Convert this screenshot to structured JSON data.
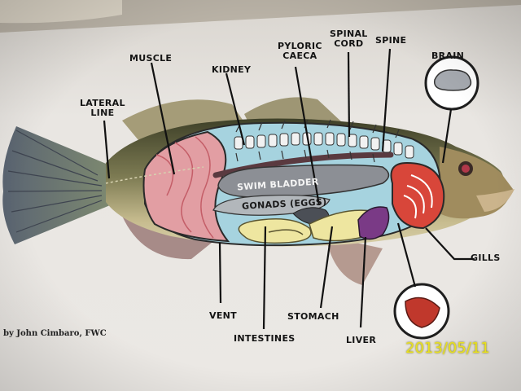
{
  "labels": {
    "muscle": "MUSCLE",
    "kidney": "KIDNEY",
    "pyloric_caeca_line1": "PYLORIC",
    "pyloric_caeca_line2": "CAECA",
    "spinal_cord_line1": "SPINAL",
    "spinal_cord_line2": "CORD",
    "spine": "SPINE",
    "brain": "BRAIN",
    "lateral_line_line1": "LATERAL",
    "lateral_line_line2": "LINE",
    "gills": "GILLS",
    "vent": "VENT",
    "intestines": "INTESTINES",
    "stomach": "STOMACH",
    "liver": "LIVER"
  },
  "organ_text": {
    "swim_bladder": "SWIM BLADDER",
    "gonads": "GONADS (EGGS)"
  },
  "credit": "by John Cimbaro, FWC",
  "timestamp": "2013/05/11",
  "colors": {
    "paper": "#ebe8e4",
    "body_cavity": "#a6d3df",
    "muscle": "#e29ea3",
    "swim_bladder": "#8c8f95",
    "gills": "#d8463a",
    "liver": "#7a3a86",
    "intestines": "#eee6a0",
    "timestamp": "#e8e020"
  }
}
